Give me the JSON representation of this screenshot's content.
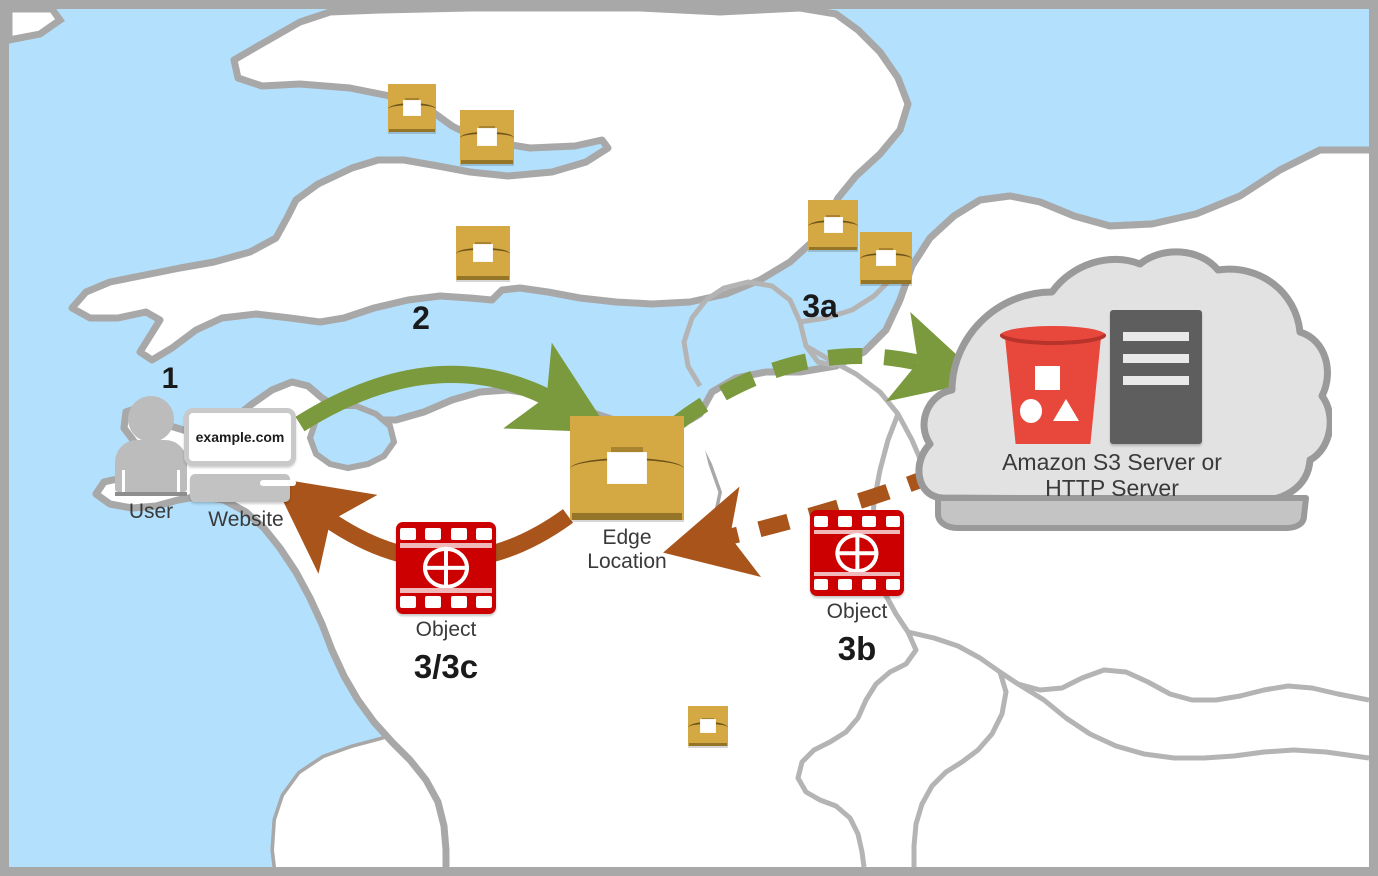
{
  "diagram": {
    "title": "Amazon CloudFront content delivery flow",
    "type": "cdn-flow-map",
    "map_region": "Western Europe"
  },
  "colors": {
    "sea": "#b3e0fc",
    "land": "#ffffff",
    "coastline": "#a8a8a8",
    "border_frame": "#a8a8a8",
    "box_gold": "#d4a843",
    "box_gold_dark": "#8a6c22",
    "arrow_green": "#7a9a3d",
    "arrow_brown": "#a8541a",
    "object_red": "#cc0000",
    "bucket_red": "#e8483c",
    "cloud_gray": "#e2e2e2",
    "cloud_outline": "#9a9a9a",
    "server_gray": "#5e5e5e",
    "icon_gray": "#bcbcbc",
    "label_text": "#3a3a3a",
    "step_text": "#1a1a1a"
  },
  "nodes": {
    "user": {
      "label": "User",
      "icon": "person-icon"
    },
    "website": {
      "label": "Website",
      "url_text": "example.com",
      "icon": "monitor-icon"
    },
    "edge_location": {
      "label": "Edge\nLocation",
      "icon": "package-box-icon"
    },
    "object_left": {
      "label": "Object",
      "icon": "film-strip-icon"
    },
    "object_right": {
      "label": "Object",
      "icon": "film-strip-icon"
    },
    "origin": {
      "label": "Amazon S3 Server or\nHTTP Server",
      "icon_bucket": "s3-bucket-icon",
      "icon_server": "server-rack-icon",
      "container": "cloud-icon"
    }
  },
  "steps": {
    "s1": "1",
    "s2": "2",
    "s3a": "3a",
    "s3b": "3b",
    "s3_3c": "3/3c"
  },
  "arrows": [
    {
      "id": "arrow-2",
      "step": "2",
      "from": "website",
      "to": "edge_location",
      "color": "#7a9a3d",
      "style": "solid",
      "shape": "curved"
    },
    {
      "id": "arrow-3a",
      "step": "3a",
      "from": "edge_location",
      "to": "origin",
      "color": "#7a9a3d",
      "style": "dashed",
      "shape": "curved"
    },
    {
      "id": "arrow-3b",
      "step": "3b",
      "from": "origin",
      "to": "edge_location",
      "color": "#a8541a",
      "style": "dashed",
      "shape": "curved"
    },
    {
      "id": "arrow-3-3c",
      "step": "3/3c",
      "from": "edge_location",
      "to": "website",
      "color": "#a8541a",
      "style": "solid",
      "shape": "curved"
    }
  ],
  "scattered_boxes": {
    "count": 7,
    "icon": "package-box-icon",
    "description": "Edge location package icons distributed across the map"
  }
}
